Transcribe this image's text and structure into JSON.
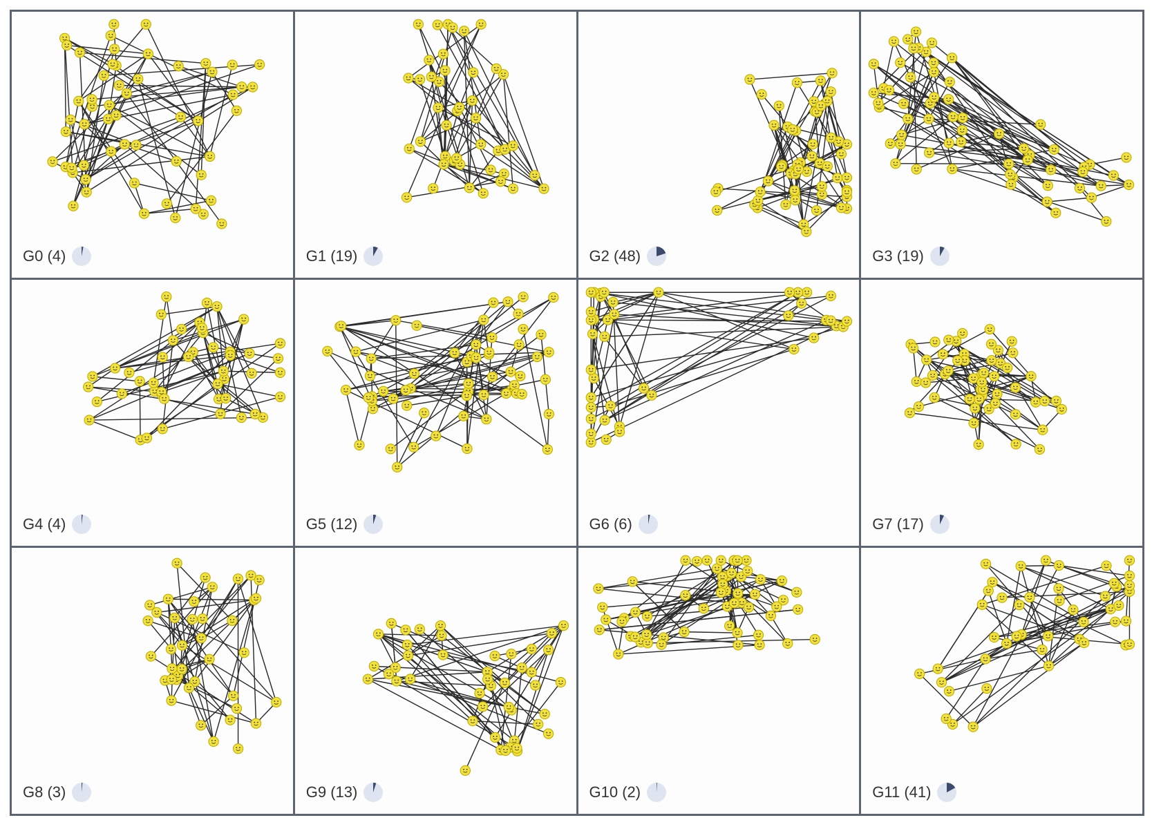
{
  "panels": [
    {
      "id": "G0",
      "label": "G0 (4)",
      "fraction": 0.03,
      "seed": 11
    },
    {
      "id": "G1",
      "label": "G1 (19)",
      "fraction": 0.08,
      "seed": 23
    },
    {
      "id": "G2",
      "label": "G2 (48)",
      "fraction": 0.2,
      "seed": 37
    },
    {
      "id": "G3",
      "label": "G3 (19)",
      "fraction": 0.08,
      "seed": 41
    },
    {
      "id": "G4",
      "label": "G4 (4)",
      "fraction": 0.02,
      "seed": 53
    },
    {
      "id": "G5",
      "label": "G5 (12)",
      "fraction": 0.05,
      "seed": 67
    },
    {
      "id": "G6",
      "label": "G6 (6)",
      "fraction": 0.03,
      "seed": 71
    },
    {
      "id": "G7",
      "label": "G7 (17)",
      "fraction": 0.07,
      "seed": 83
    },
    {
      "id": "G8",
      "label": "G8 (3)",
      "fraction": 0.015,
      "seed": 97
    },
    {
      "id": "G9",
      "label": "G9 (13)",
      "fraction": 0.05,
      "seed": 101
    },
    {
      "id": "G10",
      "label": "G10 (2)",
      "fraction": 0.01,
      "seed": 113
    },
    {
      "id": "G11",
      "label": "G11 (41)",
      "fraction": 0.17,
      "seed": 127
    }
  ],
  "colors": {
    "node_fill": "#f2e23a",
    "node_stroke": "#b9a900",
    "edge": "#2a2a2a",
    "pie_bg": "#dfe5f0",
    "pie_slice": "#3c4a6b",
    "grid_border": "#5b6470"
  }
}
